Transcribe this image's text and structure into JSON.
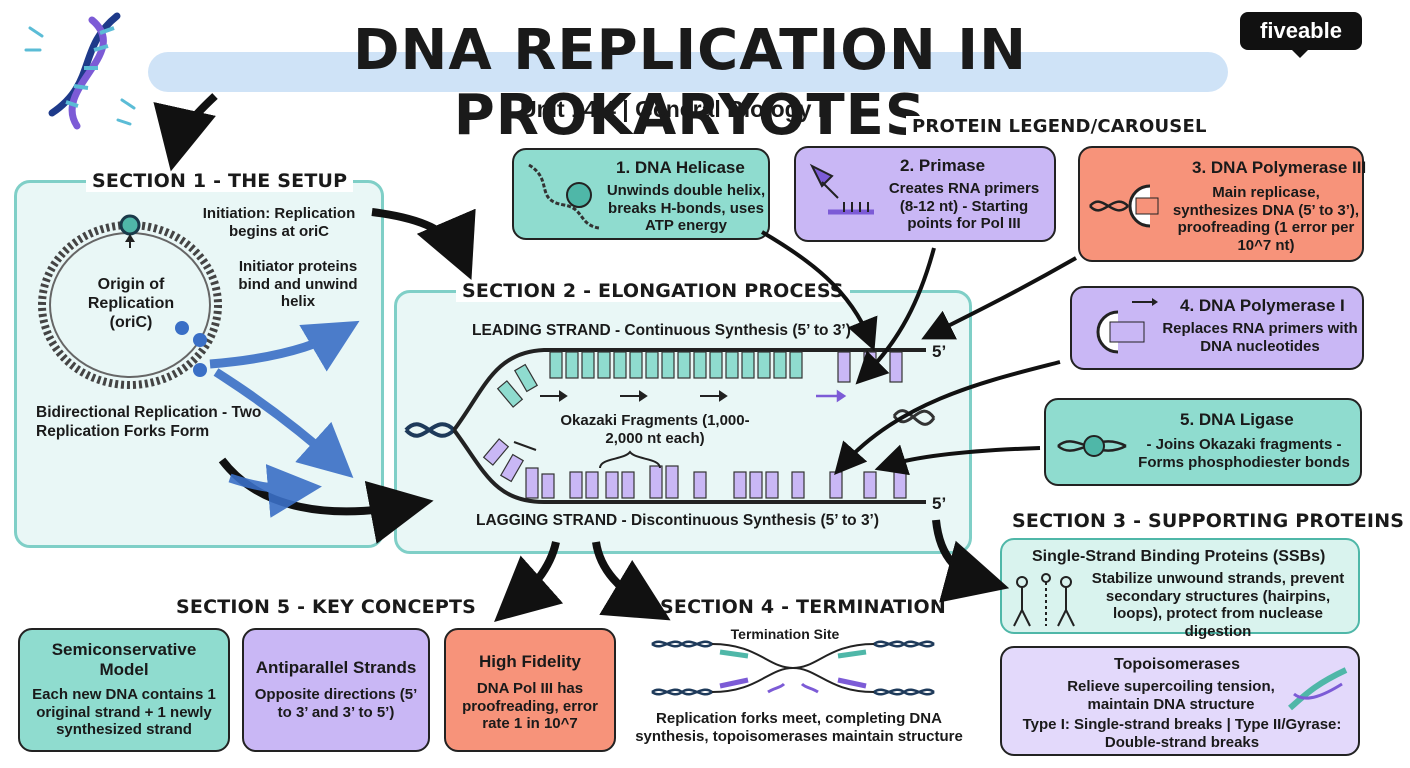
{
  "header": {
    "title": "DNA REPLICATION IN PROKARYOTES",
    "subtitle": "Unit 14.4 | General Biology I",
    "logo": "fiveable"
  },
  "legend": {
    "title": "PROTEIN LEGEND/CAROUSEL",
    "cards": [
      {
        "title": "1. DNA Helicase",
        "text": "Unwinds double helix, breaks H-bonds, uses ATP energy",
        "color": "#8fdccf"
      },
      {
        "title": "2. Primase",
        "text": "Creates RNA primers (8-12 nt) - Starting points for Pol III",
        "color": "#c9b7f5"
      },
      {
        "title": "3. DNA Polymerase III",
        "text": "Main replicase, synthesizes DNA (5’ to 3’), proofreading (1 error per 10^7 nt)",
        "color": "#f7937a"
      },
      {
        "title": "4. DNA Polymerase I",
        "text": "Replaces RNA primers with DNA nucleotides",
        "color": "#c9b7f5"
      },
      {
        "title": "5. DNA Ligase",
        "text": "- Joins Okazaki fragments - Forms phosphodiester bonds",
        "color": "#8fdccf"
      }
    ]
  },
  "section1": {
    "title": "SECTION 1 - THE SETUP",
    "origin": "Origin of Replication (oriC)",
    "initiation": "Initiation: Replication begins at oriC",
    "initiator": "Initiator proteins bind and unwind helix",
    "bidirectional": "Bidirectional Replication - Two Replication Forks Form"
  },
  "section2": {
    "title": "SECTION 2 - ELONGATION PROCESS",
    "leading": "LEADING STRAND - Continuous Synthesis (5’ to 3’)",
    "lagging": "LAGGING STRAND - Discontinuous Synthesis (5’ to 3’)",
    "okazaki": "Okazaki Fragments (1,000-2,000 nt each)",
    "five_prime_top": "5’",
    "five_prime_bottom": "5’"
  },
  "section3": {
    "title": "SECTION 3 - SUPPORTING PROTEINS",
    "ssb_title": "Single-Strand Binding Proteins (SSBs)",
    "ssb_text": "Stabilize unwound strands, prevent secondary structures (hairpins, loops), protect from nuclease digestion",
    "topo_title": "Topoisomerases",
    "topo_text": "Relieve supercoiling tension, maintain DNA structure",
    "topo_types": "Type I: Single-strand breaks | Type II/Gyrase: Double-strand breaks"
  },
  "section4": {
    "title": "SECTION 4 - TERMINATION",
    "site": "Termination Site",
    "text": "Replication forks meet, completing DNA synthesis, topoisomerases maintain structure"
  },
  "section5": {
    "title": "SECTION 5 - KEY CONCEPTS",
    "cards": [
      {
        "title": "Semiconservative Model",
        "text": "Each new DNA contains 1 original strand + 1 newly synthesized strand",
        "color": "#8fdccf"
      },
      {
        "title": "Antiparallel Strands",
        "text": "Opposite directions (5’ to 3’ and 3’ to 5’)",
        "color": "#c9b7f5"
      },
      {
        "title": "High Fidelity",
        "text": "DNA Pol III has proofreading, error rate 1 in 10^7",
        "color": "#f7937a"
      }
    ]
  }
}
